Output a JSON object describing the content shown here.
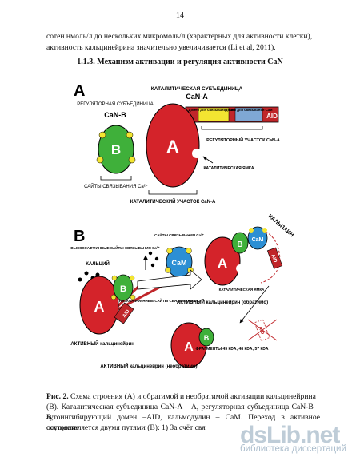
{
  "page_number": "14",
  "intro_lines": [
    "сотен нмоль/л до нескольких микромоль/л (характерных для активности клетки),",
    "активность кальцинейрина значительно увеличивается (Li et al, 2011)."
  ],
  "section_heading": "1.1.3. Механизм активации и регуляция активности CaN",
  "figure": {
    "panel_a": {
      "letter": "A",
      "reg_subunit_title": "РЕГУЛЯТОРНАЯ СУБЪЕДИНИЦА",
      "reg_subunit_name": "CaN-B",
      "b_letter": "B",
      "ca_sites": "САЙТЫ СВЯЗЫВАНИЯ Ca²⁺",
      "cat_subunit_title": "КАТАЛИТИЧЕСКАЯ СУБЪЕДИНИЦА",
      "cat_subunit_name": "CaN-A",
      "a_letter": "A",
      "domain_canb": "Домен для связывания CaN-B",
      "domain_cam": "Домен для связывания CaM",
      "aid": "AID",
      "reg_site": "РЕГУЛЯТОРНЫЙ УЧАСТОК CaN-A",
      "cat_pocket": "КАТАЛИТИЧЕСКАЯ ЯМКА",
      "cat_site": "КАТАЛИТИЧЕСКИЙ УЧАСТОК CaN-A"
    },
    "panel_b": {
      "letter": "B",
      "high_aff": "ВЫСОКОАФФИННЫЕ САЙТЫ СВЯЗЫВАНИЯ Ca²⁺",
      "calcium": "КАЛЬЦИЙ",
      "low_aff": "НИЗКОАФФИННЫЕ САЙТЫ СВЯЗЫВАНИЯ Ca²⁺",
      "inactive": "НЕАКТИВНЫЙ кальцинейрин",
      "cam_sites": "САЙТЫ СВЯЗЫВАНИЯ Ca²⁺",
      "cam": "CaM",
      "active_rev": "АКТИВНЫЙ кальцинейрин (обратимо)",
      "cat_pocket": "КАТАЛИТИЧЕСКАЯ ЯМКА",
      "calpain": "КАЛЬПАИН",
      "fragments": "ФРАГМЕНТЫ 45 kDA; 48 kDA; 57 kDA",
      "active_irrev": "АКТИВНЫЙ кальцинейрин (необратимо)",
      "aid": "AID",
      "a_letter": "A",
      "b_letter": "B"
    }
  },
  "caption_label": "Рис. 2.",
  "caption_lines": [
    "Схема строения (А) и обратимой и необратимой активации кальцинейрина",
    "(В). Каталитическая субъединица CaN-A – A, регуляторная субъединица CaN-B – B,",
    "аутоингибирующий домен –AID, кальмодулин – CaM. Переход в активное состояние",
    "осуществляется двумя путями (В): 1) За счёт свя"
  ],
  "watermark_logo": "dsLib.net",
  "watermark_sub": "библиотека диссертаций"
}
